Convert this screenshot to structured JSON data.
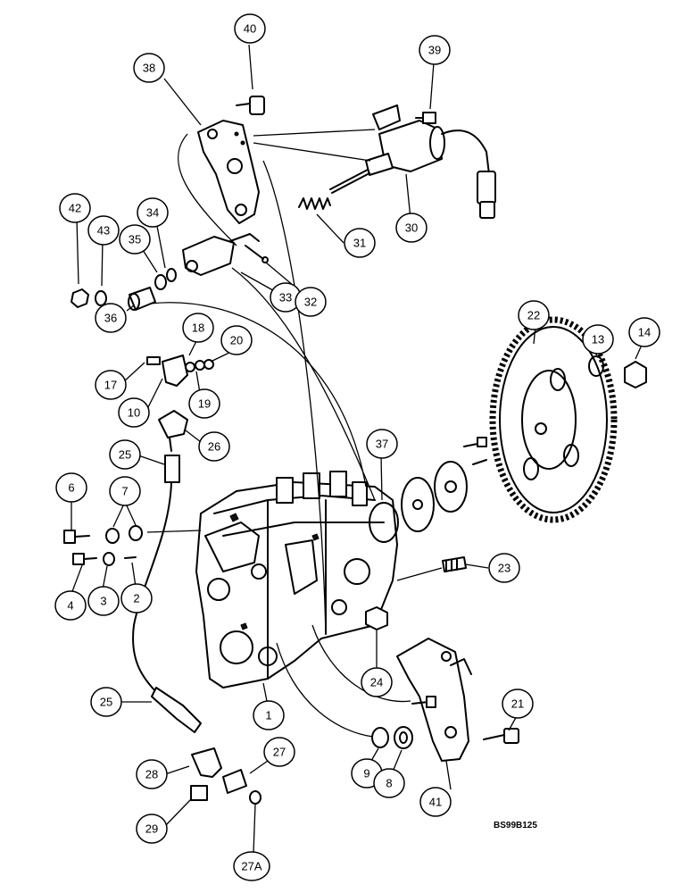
{
  "drawing_reference": "BS99B125",
  "callouts": [
    "40",
    "39",
    "38",
    "31",
    "30",
    "42",
    "43",
    "34",
    "35",
    "33",
    "32",
    "36",
    "22",
    "13",
    "14",
    "18",
    "20",
    "17",
    "19",
    "10",
    "26",
    "37",
    "25",
    "6",
    "7",
    "23",
    "4",
    "3",
    "2",
    "24",
    "25",
    "1",
    "21",
    "27",
    "9",
    "8",
    "28",
    "41",
    "29",
    "27A"
  ],
  "icons": [
    "fuel-injection-pump",
    "solenoid",
    "throttle-bracket",
    "drive-gear",
    "plate",
    "gear-hub",
    "seal-ring",
    "lever-arm",
    "fuel-line",
    "elbow-fitting",
    "tee-fitting"
  ]
}
